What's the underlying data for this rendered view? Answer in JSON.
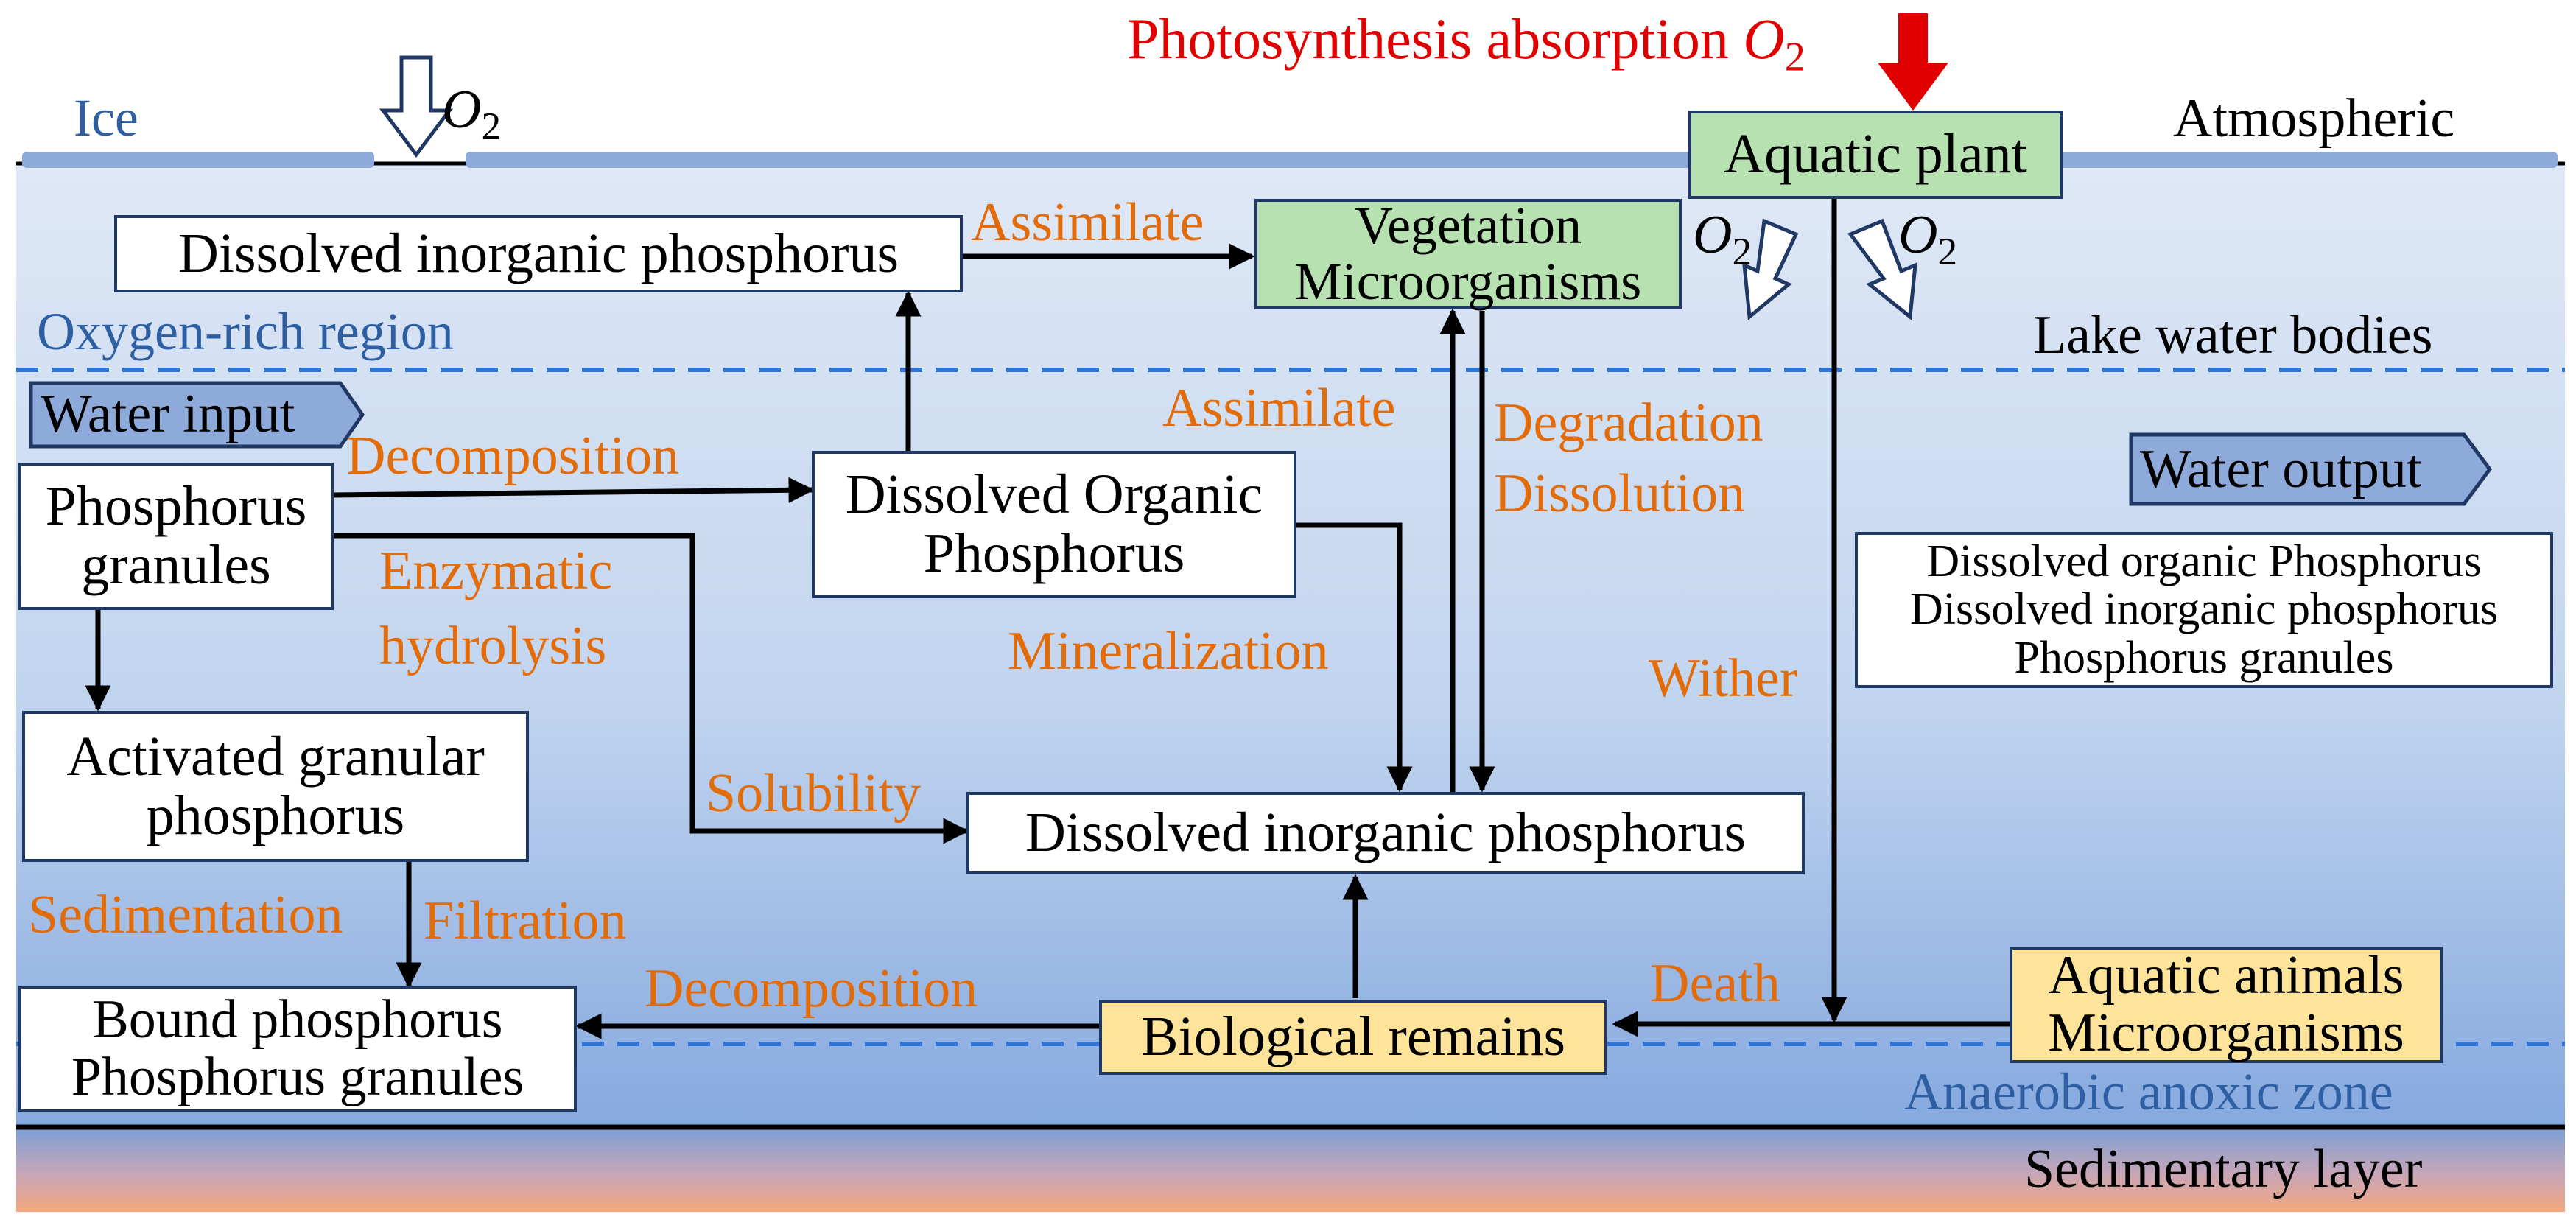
{
  "colors": {
    "process_label": "#e36c0a",
    "zone_label": "#2e5fa3",
    "photosynthesis": "#e00000",
    "green_box": "#b7e1b0",
    "yellow_box": "#fde49a",
    "box_border": "#1f3864",
    "ice": "#8eaadb",
    "water_top": "#dfe8f6",
    "water_bottom": "#8fb0e0",
    "sediment_top": "#7a9fd6",
    "sediment_bottom": "#f4a77d"
  },
  "header": {
    "photosynthesis": "Photosynthesis absorption",
    "o2_symbol": "O",
    "o2_subscript": "2"
  },
  "zones": {
    "ice": "Ice",
    "atmospheric": "Atmospheric",
    "lake_water_bodies": "Lake water bodies",
    "oxygen_rich_region": "Oxygen-rich region",
    "anaerobic_anoxic_zone": "Anaerobic anoxic zone",
    "sedimentary_layer": "Sedimentary layer"
  },
  "boxes": {
    "dip_top": "Dissolved inorganic phosphorus",
    "vegetation": [
      "Vegetation",
      "Microorganisms"
    ],
    "aquatic_plant": "Aquatic plant",
    "water_input": "Water input",
    "water_output": "Water output",
    "phosphorus_granules": [
      "Phosphorus",
      "granules"
    ],
    "dissolved_organic": [
      "Dissolved Organic",
      "Phosphorus"
    ],
    "activated_granular": [
      "Activated granular",
      "phosphorus"
    ],
    "dip_middle": "Dissolved inorganic phosphorus",
    "bound_phosphorus": [
      "Bound phosphorus",
      "Phosphorus granules"
    ],
    "biological_remains": "Biological remains",
    "aquatic_animals": [
      "Aquatic animals",
      "Microorganisms"
    ],
    "output_list": [
      "Dissolved organic Phosphorus",
      "Dissolved inorganic phosphorus",
      "Phosphorus granules"
    ]
  },
  "processes": {
    "assimilate_top": "Assimilate",
    "assimilate_mid": "Assimilate",
    "degradation": "Degradation",
    "dissolution": "Dissolution",
    "decomposition_top": "Decomposition",
    "enzymatic": "Enzymatic",
    "hydrolysis": "hydrolysis",
    "mineralization": "Mineralization",
    "solubility": "Solubility",
    "wither": "Wither",
    "sedimentation": "Sedimentation",
    "filtration": "Filtration",
    "decomposition_bottom": "Decomposition",
    "death": "Death"
  }
}
